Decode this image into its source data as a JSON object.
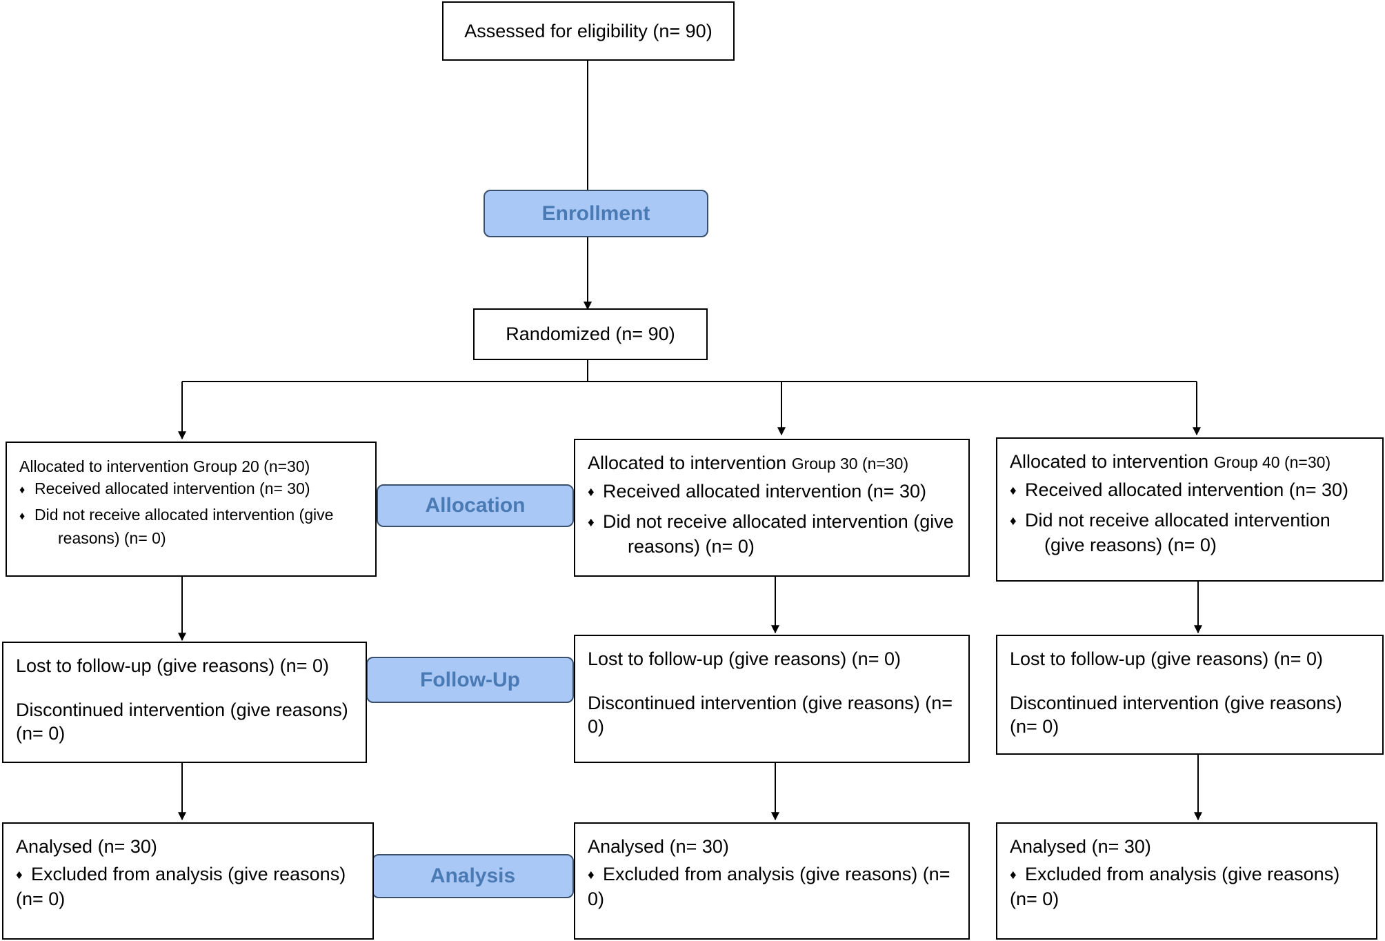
{
  "flow": {
    "assessed": "Assessed for eligibility (n= 90)",
    "enrollment": "Enrollment",
    "randomized": "Randomized (n= 90)"
  },
  "stages": {
    "allocation": "Allocation",
    "followup": "Follow-Up",
    "analysis": "Analysis"
  },
  "groups": [
    {
      "alloc_head_a": "Allocated to intervention ",
      "alloc_head_b": "Group 20 (n=30)",
      "received": "Received allocated intervention (n= 30)",
      "not_received_1": "Did not receive allocated intervention (give",
      "not_received_2": "reasons) (n= 0)",
      "lost": "Lost to follow-up (give reasons) (n= 0)",
      "discontinued_1": "Discontinued intervention (give reasons)",
      "discontinued_2": "(n= 0)",
      "analysed": "Analysed (n= 30)",
      "excluded_1": "Excluded from analysis (give reasons)",
      "excluded_2": "(n= 0)"
    },
    {
      "alloc_head_a": "Allocated to intervention ",
      "alloc_head_b": "Group 30 (n=30)",
      "received": "Received allocated intervention (n= 30)",
      "not_received_1": "Did not receive allocated intervention (give",
      "not_received_2": "reasons) (n= 0)",
      "lost": "Lost to follow-up (give reasons) (n= 0)",
      "discontinued_1": "Discontinued intervention (give reasons) (n=",
      "discontinued_2": "0)",
      "analysed": "Analysed (n= 30)",
      "excluded_1": "Excluded from analysis (give reasons) (n=",
      "excluded_2": "0)"
    },
    {
      "alloc_head_a": "Allocated to intervention ",
      "alloc_head_b": "Group 40 (n=30)",
      "received": "Received allocated intervention (n= 30)",
      "not_received_1": "Did not receive allocated intervention",
      "not_received_2": "(give reasons) (n= 0)",
      "lost": "Lost to follow-up (give reasons) (n= 0)",
      "discontinued_1": "Discontinued intervention (give reasons)",
      "discontinued_2": "(n= 0)",
      "analysed": "Analysed (n= 30)",
      "excluded_1": "Excluded from analysis (give reasons)",
      "excluded_2": "(n= 0)"
    }
  ],
  "colors": {
    "stage_fill": "#a9c8f5",
    "stage_text": "#4a7ab4",
    "stage_border": "#3a4f6b",
    "line": "#000000"
  },
  "icons": {
    "bullet": "♦"
  }
}
